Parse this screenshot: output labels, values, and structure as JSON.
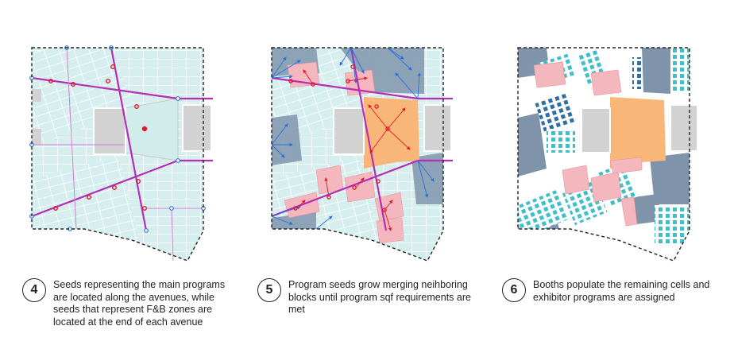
{
  "steps": [
    {
      "number": "4",
      "caption": "Seeds representing the main programs are located along the avenues, while seeds that represent F&B zones are located at the end of each avenue"
    },
    {
      "number": "5",
      "caption": "Program seeds grow merging neihboring blocks until program sqf requirements are met"
    },
    {
      "number": "6",
      "caption": "Booths populate the remaining cells and exhibitor programs are assigned"
    }
  ],
  "colors": {
    "cell": "#d6eeee",
    "cell_line": "#ffffff",
    "avenue": "#b42fb4",
    "seed": "#e0192a",
    "boundary": "#222222",
    "building": "#d2d2d2",
    "center_zone": "#f8b779",
    "program_block": "#f4b7bd",
    "fb_zone": "#7f94ab",
    "arrow": "#2b6ed8",
    "booth_teal": "#3fbfc8",
    "booth_blue": "#2f6ea3",
    "node": "#2b7bd6"
  }
}
